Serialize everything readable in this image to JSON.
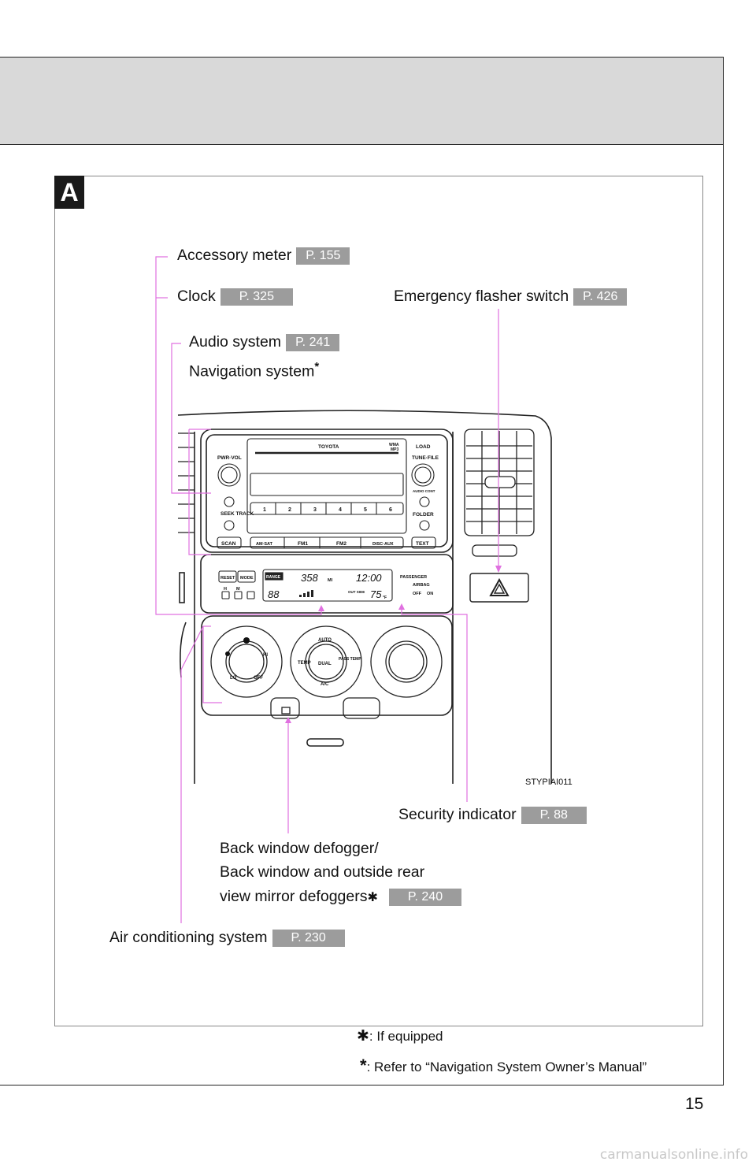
{
  "section_badge": "A",
  "callouts": {
    "accessory_meter": {
      "label": "Accessory meter",
      "page": "P. 155"
    },
    "clock": {
      "label": "Clock",
      "page": "P. 325"
    },
    "emergency_flasher": {
      "label": "Emergency flasher switch",
      "page": "P. 426"
    },
    "audio_system": {
      "label": "Audio system",
      "page": "P. 241"
    },
    "navigation_system": {
      "label": "Navigation system",
      "mark": "*"
    },
    "security_indicator": {
      "label": "Security indicator",
      "page": "P. 88"
    },
    "defogger": {
      "line1": "Back window defogger/",
      "line2": "Back window and outside rear",
      "line3": "view mirror defoggers",
      "mark": "✱",
      "page": "P. 240"
    },
    "air_conditioning": {
      "label": "Air conditioning system",
      "page": "P. 230"
    }
  },
  "illustration": {
    "image_code": "STYPIAI011",
    "radio": {
      "brand": "TOYOTA",
      "wma": "WMA",
      "mp3": "MP3",
      "load": "LOAD",
      "pwr_vol": "PWR·VOL",
      "tune_file": "TUNE·FILE",
      "audio_cont": "AUDIO CONT",
      "seek_track": "SEEK TRACK",
      "folder": "FOLDER",
      "presets": [
        "1",
        "2",
        "3",
        "4",
        "5",
        "6"
      ],
      "scan": "SCAN",
      "am_sat": "AM·SAT",
      "fm1": "FM1",
      "fm2": "FM2",
      "disc_aux": "DISC·AUX",
      "text": "TEXT"
    },
    "display": {
      "reset": "RESET",
      "mode": "MODE",
      "h": "H",
      "m": "M",
      "range": "RANGE",
      "range_value": "358",
      "range_unit": "MI",
      "time": "12:00",
      "fuel": "88",
      "outside_label": "OUT SIDE",
      "outside_temp": "75",
      "temp_unit": "°F",
      "passenger": "PASSENGER",
      "airbag": "AIRBAG",
      "off": "OFF",
      "on": "ON"
    },
    "climate": {
      "hi": "HI",
      "lo": "LO",
      "off": "OFF",
      "auto": "AUTO",
      "temp": "TEMP",
      "dual": "DUAL",
      "pass_temp": "PASS TEMP",
      "ac": "A/C"
    }
  },
  "footnotes": {
    "if_equipped_mark": "✱",
    "if_equipped": ": If equipped",
    "nav_mark": "*",
    "nav_manual": ": Refer to “Navigation System Owner’s Manual”"
  },
  "page_number": "15",
  "watermark": "carmanualsonline.info",
  "colors": {
    "leader_line": "#e070e0",
    "reference_badge": "#9c9c9c",
    "header_band": "#d9d9d9"
  }
}
